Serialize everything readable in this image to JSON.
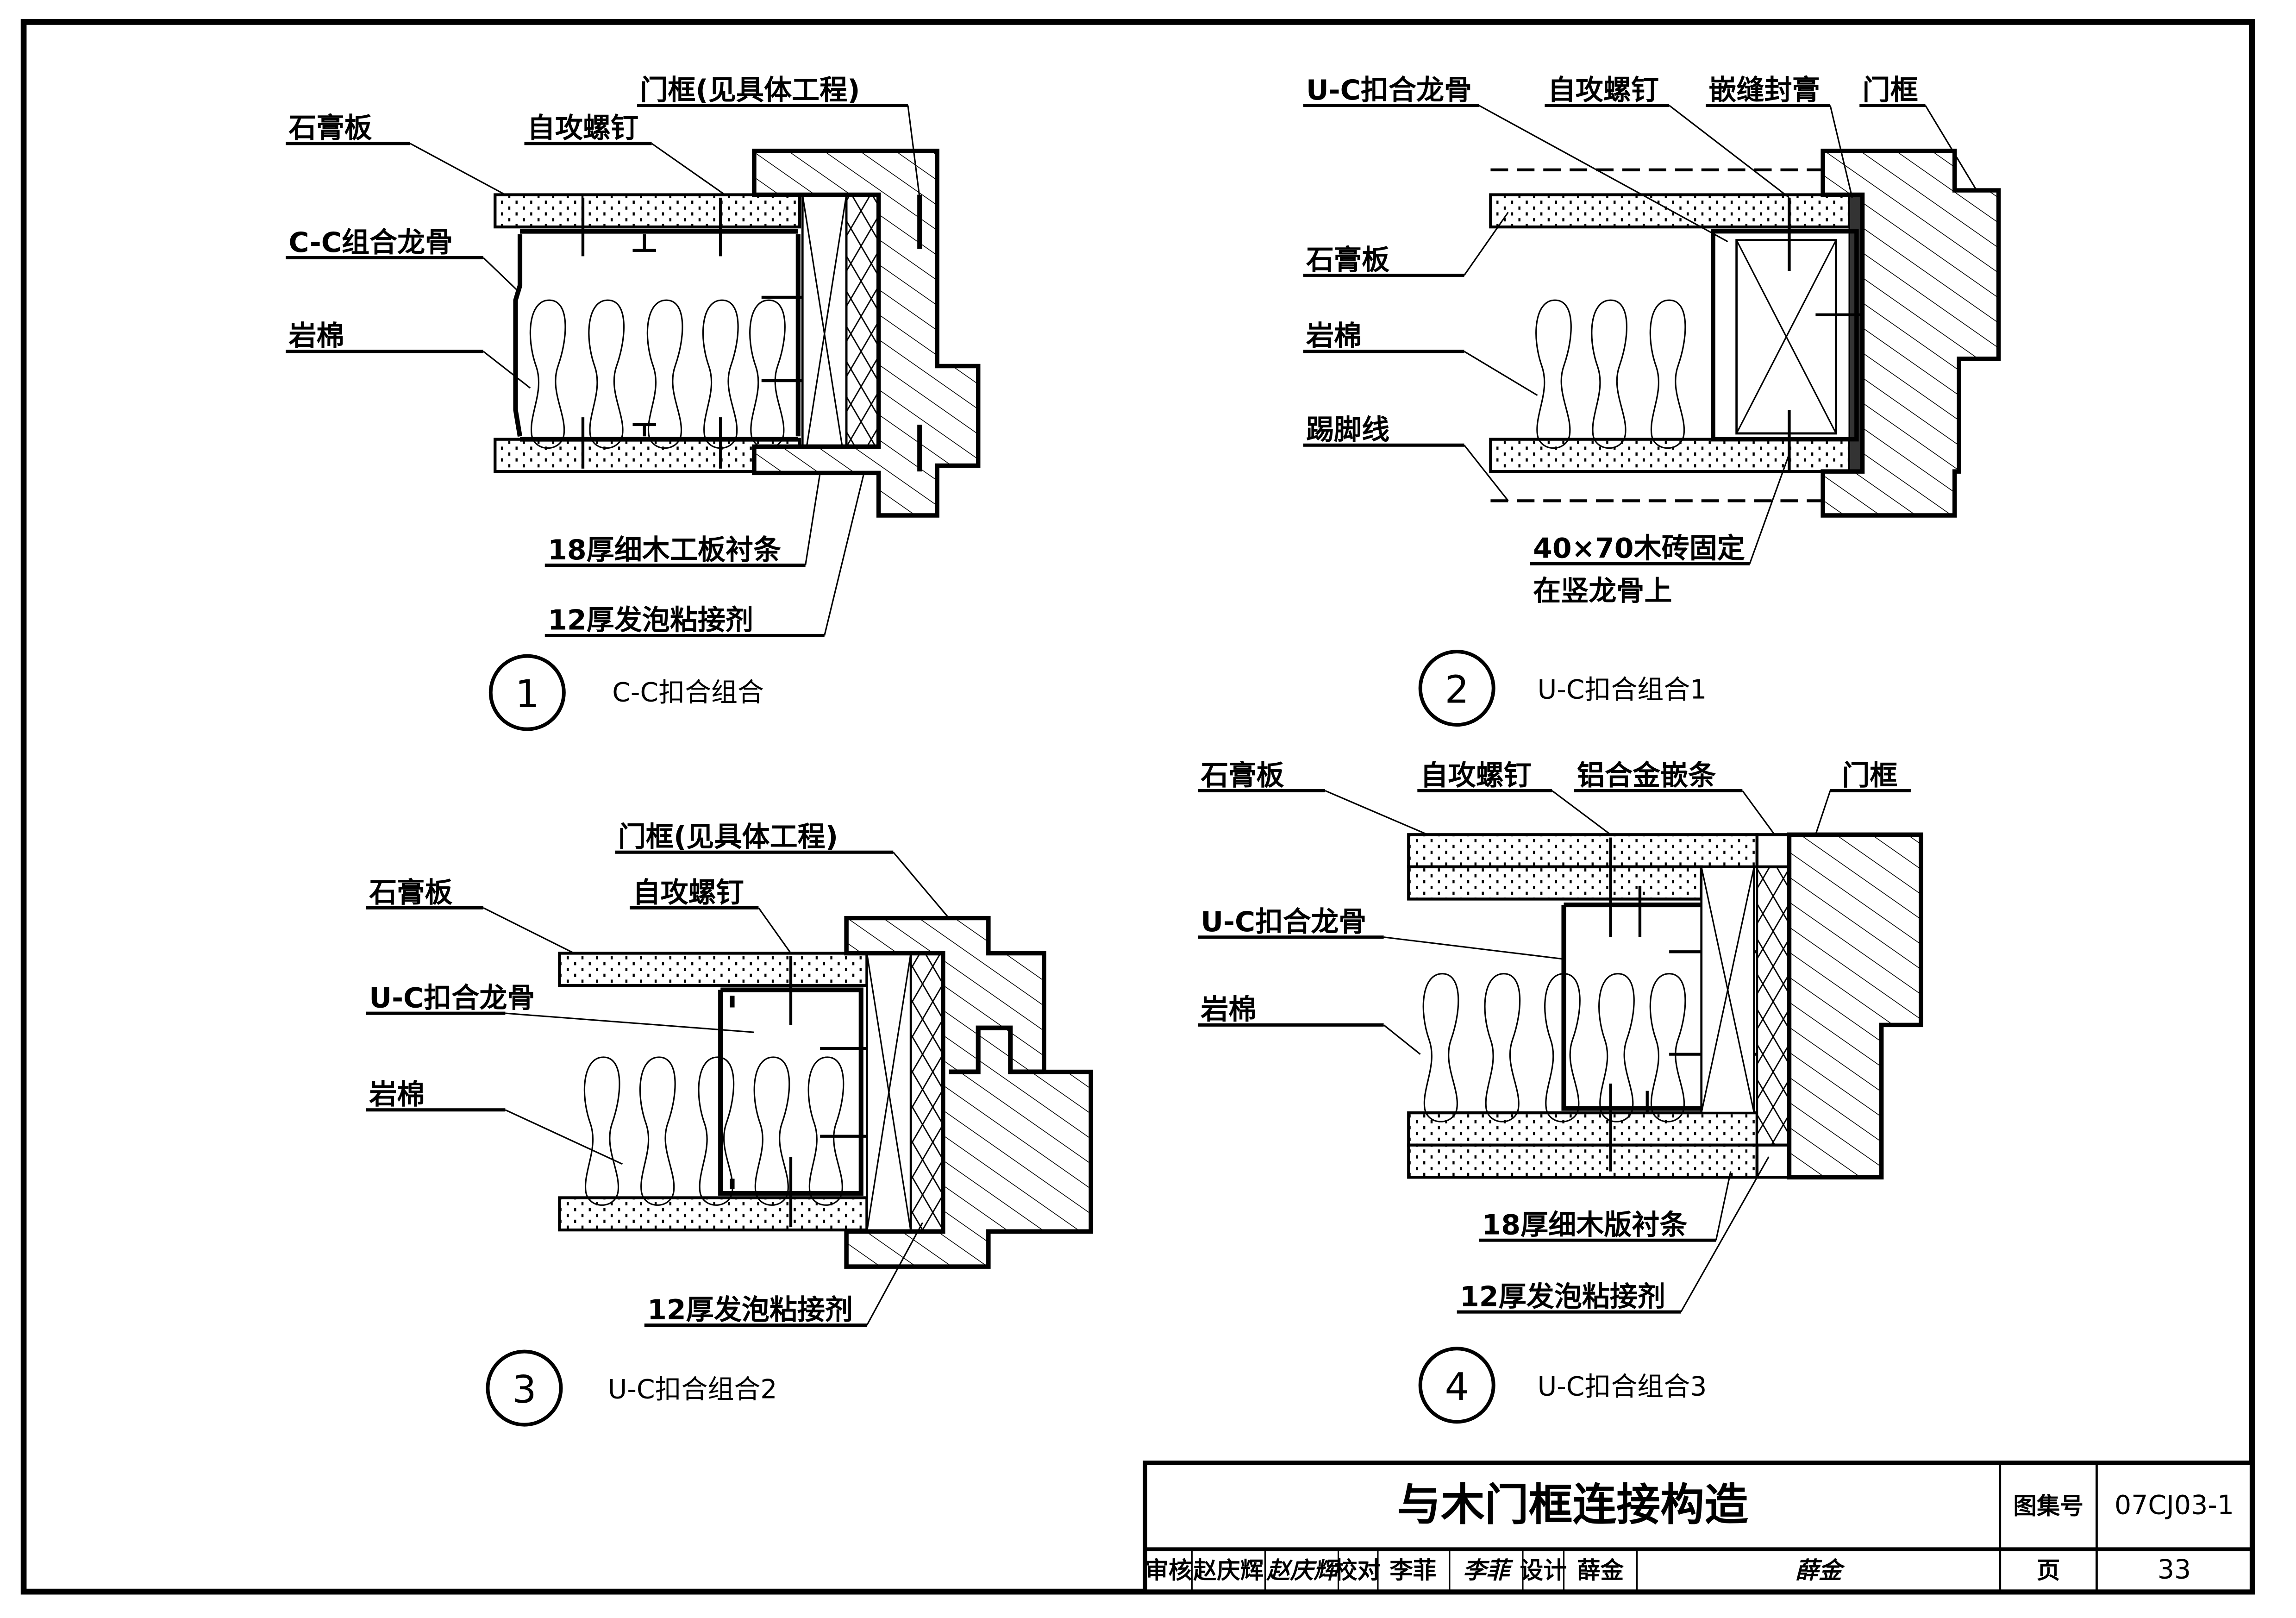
{
  "drawing": {
    "details": [
      {
        "number": "1",
        "caption": "C-C扣合组合",
        "labels": {
          "gypsum": "石膏板",
          "screw": "自攻螺钉",
          "frame": "门框(见具体工程)",
          "stud": "C-C组合龙骨",
          "wool": "岩棉",
          "strip": "18厚细木工板衬条",
          "foam": "12厚发泡粘接剂"
        }
      },
      {
        "number": "2",
        "caption": "U-C扣合组合1",
        "labels": {
          "stud": "U-C扣合龙骨",
          "screw": "自攻螺钉",
          "sealant": "嵌缝封膏",
          "frame": "门框",
          "gypsum": "石膏板",
          "wool": "岩棉",
          "skirting": "踢脚线",
          "block_line1": "40×70木砖固定",
          "block_line2": "在竖龙骨上"
        }
      },
      {
        "number": "3",
        "caption": "U-C扣合组合2",
        "labels": {
          "frame": "门框(见具体工程)",
          "gypsum": "石膏板",
          "screw": "自攻螺钉",
          "stud": "U-C扣合龙骨",
          "wool": "岩棉",
          "foam": "12厚发泡粘接剂"
        }
      },
      {
        "number": "4",
        "caption": "U-C扣合组合3",
        "labels": {
          "gypsum": "石膏板",
          "screw": "自攻螺钉",
          "alu": "铝合金嵌条",
          "frame": "门框",
          "stud": "U-C扣合龙骨",
          "wool": "岩棉",
          "strip": "18厚细木版衬条",
          "foam": "12厚发泡粘接剂"
        }
      }
    ]
  },
  "title_block": {
    "title": "与木门框连接构造",
    "atlas_label": "图集号",
    "atlas_no": "07CJ03-1",
    "page_label": "页",
    "page_no": "33",
    "review_label": "审核",
    "reviewer": "赵庆辉",
    "check_label": "校对",
    "checker": "李菲",
    "design_label": "设计",
    "designer": "薛金",
    "signatures": [
      "赵庆辉",
      "李菲",
      "薛金"
    ]
  }
}
